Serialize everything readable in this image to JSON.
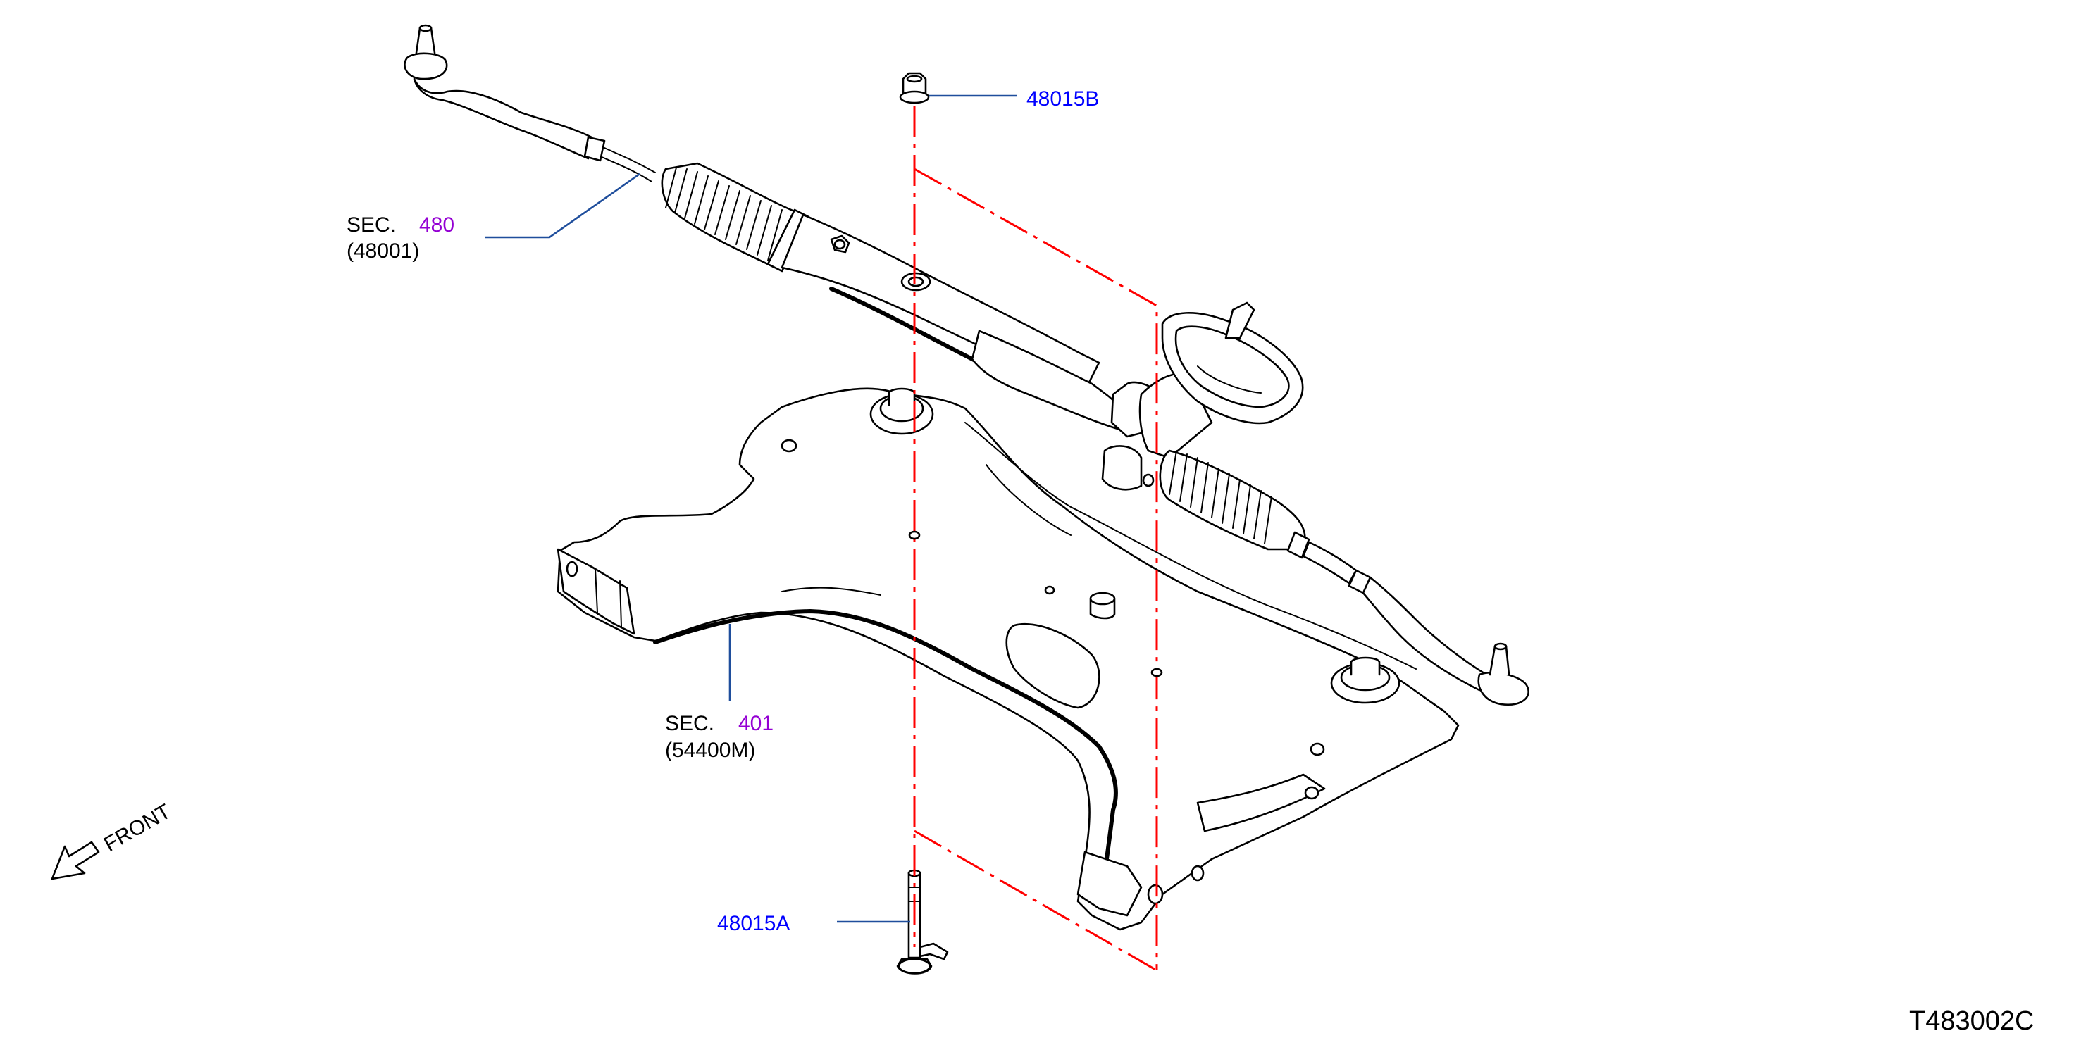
{
  "callouts": {
    "bolt_top": "48015B",
    "bolt_bottom": "48015A"
  },
  "sections": {
    "gear": {
      "prefix": "SEC.",
      "number": "480",
      "part": "(48001)"
    },
    "member": {
      "prefix": "SEC.",
      "number": "401",
      "part": "(54400M)"
    }
  },
  "direction": {
    "label": "FRONT"
  },
  "figure_id": "T483002C",
  "colors": {
    "callout_text": "#0000ff",
    "section_number": "#9400d3",
    "leader_line": "#1f4e9c",
    "centerline": "#ff0000",
    "outline": "#000000"
  }
}
